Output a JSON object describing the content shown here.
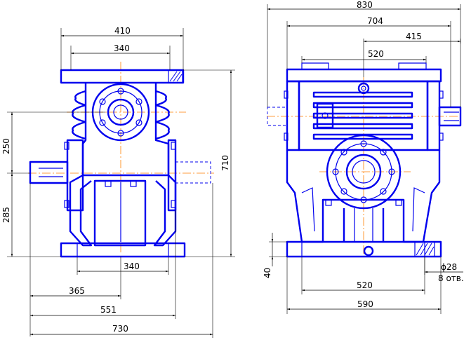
{
  "dimensions": {
    "left_view": {
      "width_410": "410",
      "width_340_top": "340",
      "height_250": "250",
      "height_285": "285",
      "height_710": "710",
      "width_340_bottom": "340",
      "length_365": "365",
      "length_551": "551",
      "length_730": "730"
    },
    "right_view": {
      "width_830": "830",
      "width_704": "704",
      "width_415": "415",
      "width_520_top": "520",
      "height_40": "40",
      "width_520_bottom": "520",
      "width_590": "590",
      "hole_diameter": "ϕ28",
      "hole_count": "8 отв."
    }
  },
  "colors": {
    "outline": "#0000ee",
    "axis": "#ff7f00",
    "dimension": "#000000",
    "background": "#ffffff"
  }
}
